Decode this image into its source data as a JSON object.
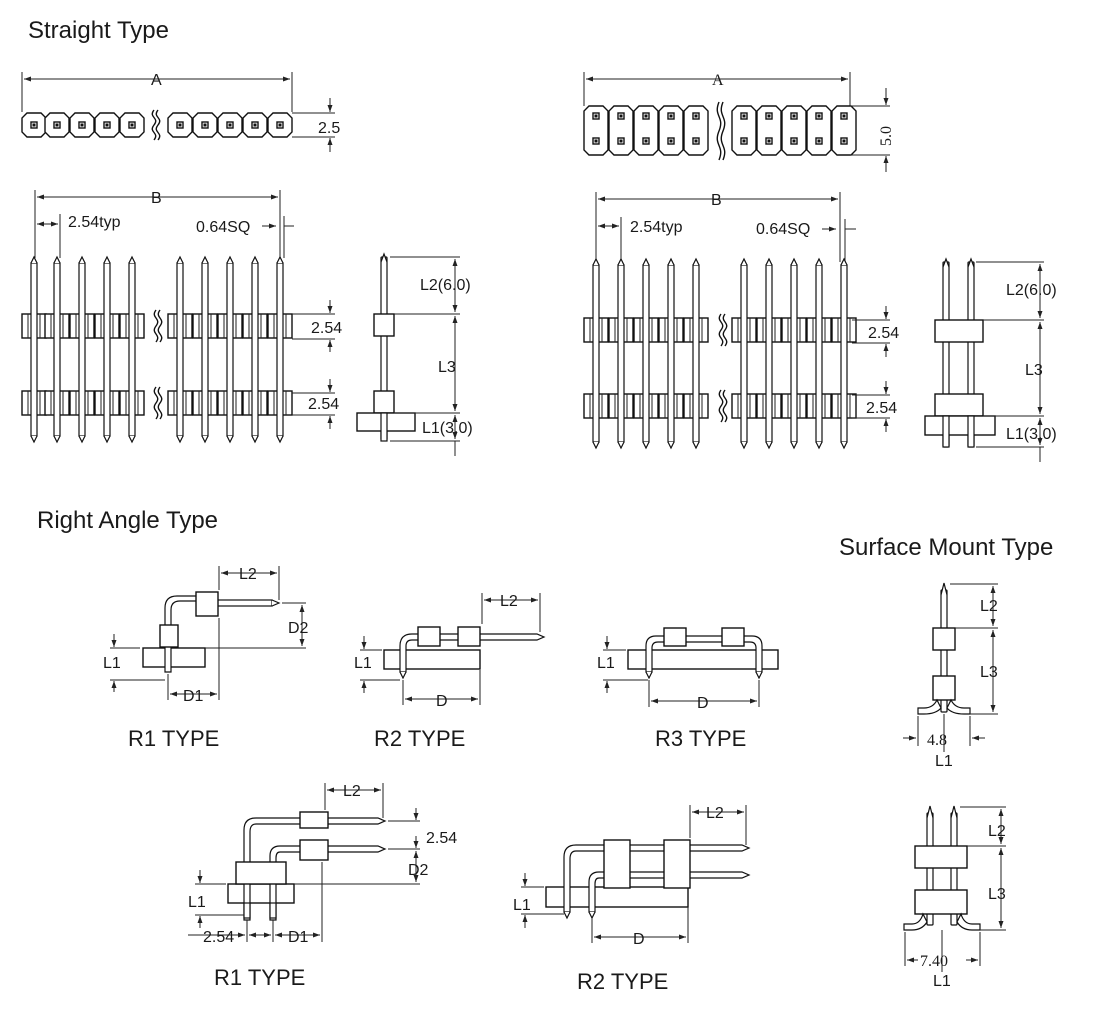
{
  "sections": {
    "straight": "Straight Type",
    "right_angle": "Right Angle Type",
    "smt": "Surface Mount Type"
  },
  "labels": {
    "A": "A",
    "B": "B",
    "D": "D",
    "D1": "D1",
    "D2": "D2",
    "L1": "L1",
    "L2": "L2",
    "L3": "L3",
    "pitch_typ": "2.54typ",
    "pin_sq": "0.64SQ",
    "row_pitch": "2.54",
    "height_single": "2.5",
    "height_dual": "5.0",
    "l2_value": "L2(6.0)",
    "l1_value": "L1(3.0)",
    "smt_single_width": "4.8",
    "smt_dual_width": "7.40"
  },
  "captions": {
    "r1": "R1  TYPE",
    "r2": "R2  TYPE",
    "r3": "R3  TYPE"
  },
  "colors": {
    "line": "#222222",
    "background": "#ffffff"
  }
}
